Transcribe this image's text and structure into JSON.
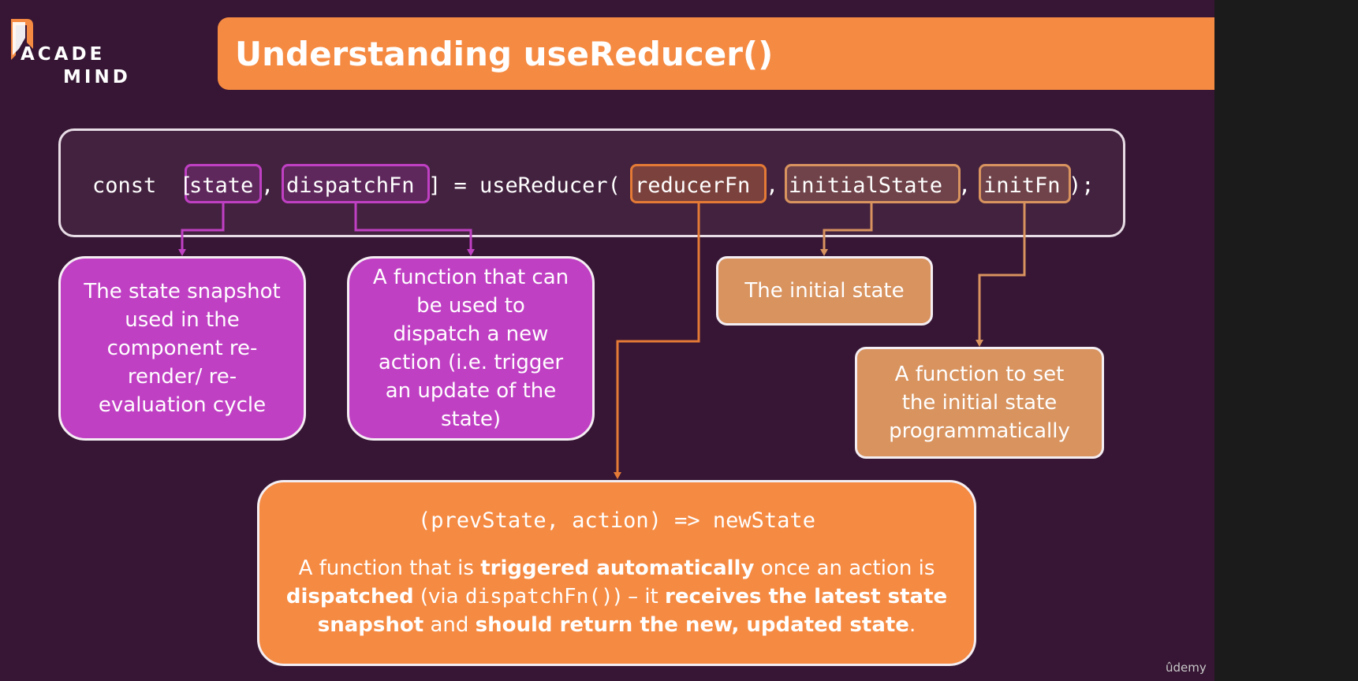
{
  "logo": {
    "line1": "ACADE",
    "line2": "MIND"
  },
  "title": "Understanding useReducer()",
  "code": {
    "const_kw": "const ",
    "open_bracket": "[",
    "state": "state",
    "comma1": ", ",
    "dispatch": "dispatchFn",
    "assign": "] = useReducer(",
    "reducer": "reducerFn",
    "comma2": ", ",
    "initial": "initialState",
    "comma3": ", ",
    "initfn": "initFn",
    "close": ");"
  },
  "boxes": {
    "state_desc": [
      "The state snapshot",
      "used in the",
      "component re-",
      "render/ re-",
      "evaluation cycle"
    ],
    "dispatch_desc": [
      "A function that can",
      "be used to",
      "dispatch a new",
      "action (i.e. trigger",
      "an update of the",
      "state)"
    ],
    "initial_desc": "The initial state",
    "initfn_desc": [
      "A function to set",
      "the initial state",
      "programmatically"
    ]
  },
  "reducer": {
    "signature": "(prevState, action) => newState",
    "desc": {
      "p1": "A function that is ",
      "b1": "triggered automatically",
      "p2": " once an action is",
      "b2": "dispatched",
      "p3": " (via ",
      "code": "dispatchFn()",
      "p4": ") – it ",
      "b3": "receives the latest state",
      "b4": "snapshot",
      "p5": " and ",
      "b5": "should return the new, updated state",
      "p6": "."
    }
  },
  "colors": {
    "background": "#361634",
    "accent_orange": "#f58a42",
    "purple": "#c040c4",
    "tan": "#d8935f"
  },
  "watermark": "ûdemy"
}
